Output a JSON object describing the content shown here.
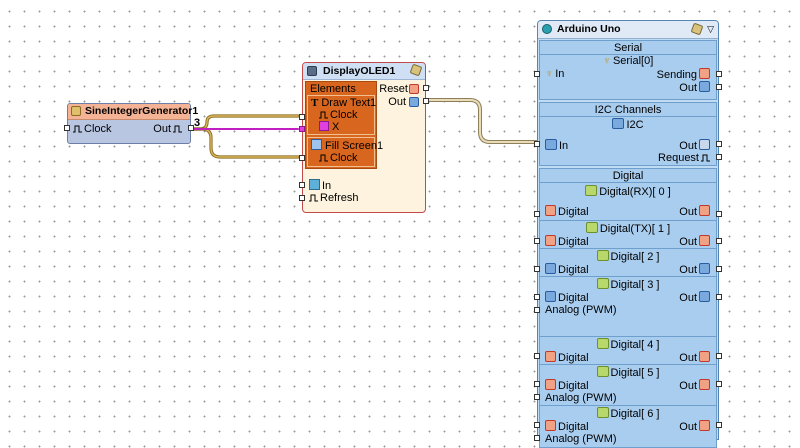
{
  "generator": {
    "title": "SineIntegerGenerator1",
    "input": "Clock",
    "output": "Out",
    "wire_label": "3"
  },
  "oled": {
    "title": "DisplayOLED1",
    "elements_label": "Elements",
    "draw_text": "Draw Text1",
    "draw_text_clock": "Clock",
    "draw_text_x": "X",
    "fill_screen": "Fill Screen1",
    "fill_screen_clock": "Clock",
    "in": "In",
    "refresh": "Refresh",
    "reset": "Reset",
    "out": "Out"
  },
  "arduino": {
    "title": "Arduino Uno",
    "serial": {
      "section": "Serial",
      "item": "Serial[0]",
      "in": "In",
      "sending": "Sending",
      "out": "Out"
    },
    "i2c": {
      "section": "I2C Channels",
      "item": "I2C",
      "in": "In",
      "out": "Out",
      "request": "Request"
    },
    "digital": {
      "section": "Digital",
      "pins": [
        {
          "title": "Digital(RX)[ 0 ]",
          "left": "Digital",
          "right": "Out"
        },
        {
          "title": "Digital(TX)[ 1 ]",
          "left": "Digital",
          "right": "Out"
        },
        {
          "title": "Digital[ 2 ]",
          "left": "Digital",
          "right": "Out"
        },
        {
          "title": "Digital[ 3 ]",
          "left": "Digital",
          "right": "Out",
          "pwm": "Analog (PWM)"
        },
        {
          "title": "Digital[ 4 ]",
          "left": "Digital",
          "right": "Out"
        },
        {
          "title": "Digital[ 5 ]",
          "left": "Digital",
          "right": "Out",
          "pwm": "Analog (PWM)"
        },
        {
          "title": "Digital[ 6 ]",
          "left": "Digital",
          "right": "Out",
          "pwm": "Analog (PWM)"
        }
      ]
    }
  },
  "colors": {
    "wire_clock": "#a68a3a",
    "wire_integer": "#c21fc2",
    "wire_i2c": "#c2b48a"
  }
}
